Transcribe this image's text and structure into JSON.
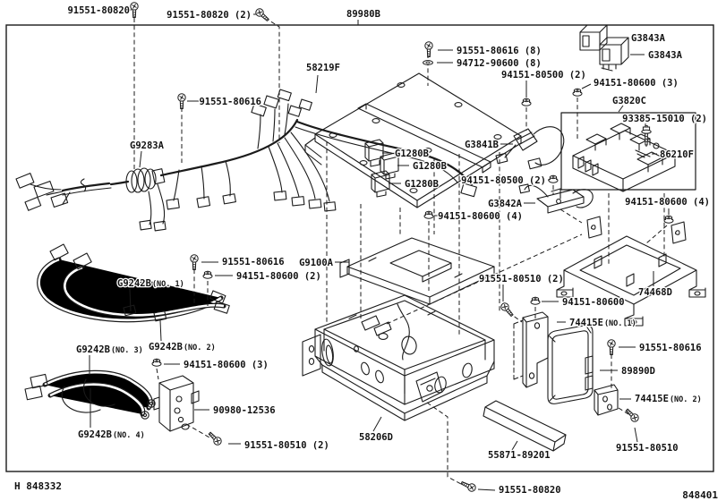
{
  "page": {
    "background": "#ffffff",
    "ink": "#1b1b1b"
  },
  "footer": {
    "left_code": "H 848332",
    "right_code": "848401"
  },
  "parts": [
    {
      "text": "91551-80820"
    },
    {
      "text": "91551-80820 (2)"
    },
    {
      "text": "89980B"
    },
    {
      "text": "58219F"
    },
    {
      "text": "91551-80616"
    },
    {
      "text": "91551-80616 (8)"
    },
    {
      "text": "94712-90600 (8)"
    },
    {
      "text": "94151-80500 (2)"
    },
    {
      "text": "94151-80600 (3)"
    },
    {
      "text": "G3843A"
    },
    {
      "text": "G3843A"
    },
    {
      "text": "G3820C"
    },
    {
      "text": "93385-15010 (2)"
    },
    {
      "text": "86210F"
    },
    {
      "text": "G3841B"
    },
    {
      "text": "G1280B"
    },
    {
      "text": "G1280B"
    },
    {
      "text": "G1280B"
    },
    {
      "text": "94151-80500 (2)"
    },
    {
      "text": "G3842A"
    },
    {
      "text": "94151-80600 (4)"
    },
    {
      "text": "94151-80600 (4)"
    },
    {
      "text": "G9283A"
    },
    {
      "text": "G9100A"
    },
    {
      "text": "91551-80616"
    },
    {
      "text": "94151-80600 (2)"
    },
    {
      "text": "G9242B",
      "suffix": "(NO. 1)"
    },
    {
      "text": "91551-80510 (2)"
    },
    {
      "text": "94151-80600"
    },
    {
      "text": "74468D"
    },
    {
      "text": "74415E",
      "suffix": "(NO. 1)"
    },
    {
      "text": "G9242B",
      "suffix": "(NO. 3)"
    },
    {
      "text": "G9242B",
      "suffix": "(NO. 2)"
    },
    {
      "text": "91551-80616"
    },
    {
      "text": "94151-80600 (3)"
    },
    {
      "text": "89890D"
    },
    {
      "text": "74415E",
      "suffix": "(NO. 2)"
    },
    {
      "text": "90980-12536"
    },
    {
      "text": "G9242B",
      "suffix": "(NO. 4)"
    },
    {
      "text": "91551-80510 (2)"
    },
    {
      "text": "58206D"
    },
    {
      "text": "55871-89201"
    },
    {
      "text": "91551-80510"
    },
    {
      "text": "91551-80820"
    }
  ]
}
